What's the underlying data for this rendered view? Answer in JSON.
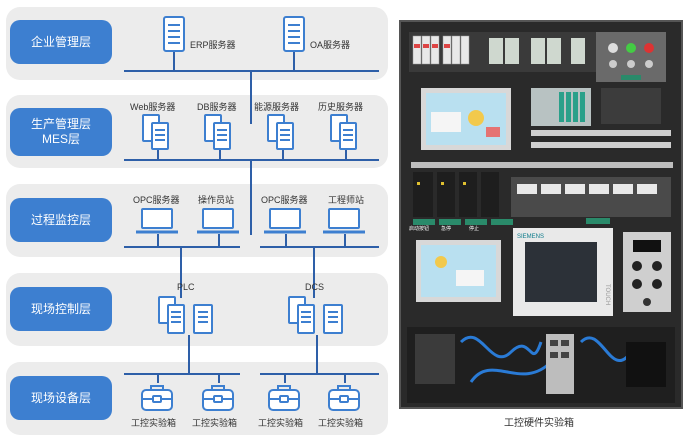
{
  "layers": [
    {
      "label": "企业管理层"
    },
    {
      "label": "生产管理层\nMES层"
    },
    {
      "label": "过程监控层"
    },
    {
      "label": "现场控制层"
    },
    {
      "label": "现场设备层"
    }
  ],
  "enterprise": [
    "ERP服务器",
    "OA服务器"
  ],
  "production": [
    "Web服务器",
    "DB服务器",
    "能源服务器",
    "历史服务器"
  ],
  "process": [
    "OPC服务器",
    "操作员站",
    "OPC服务器",
    "工程师站"
  ],
  "control": [
    "PLC",
    "DCS"
  ],
  "devices": [
    "工控实验箱",
    "工控实验箱",
    "工控实验箱",
    "工控实验箱"
  ],
  "photo": {
    "caption": "工控硬件实验箱",
    "tags": [
      "启动按钮",
      "急停",
      "停止"
    ],
    "screen_brand": "SIEMENS",
    "touch_label": "TOUCH"
  },
  "colors": {
    "accent": "#3d7fd0",
    "line": "#2e5fa8",
    "layer_bg": "#ececec"
  }
}
